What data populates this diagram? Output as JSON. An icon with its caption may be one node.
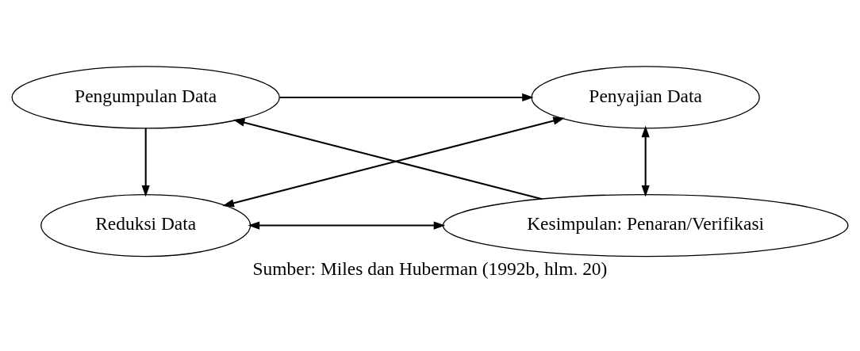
{
  "diagram": {
    "caption": "Sumber: Miles dan Huberman (1992b, hlm. 20)",
    "nodes": [
      {
        "text": [
          "Pengumpulan Data"
        ]
      },
      {
        "text": [
          "Penyajian Data"
        ]
      },
      {
        "text": [
          "Reduksi Data"
        ]
      },
      {
        "text": [
          "Kesimpulan: Penaran/Verifikasi"
        ]
      }
    ],
    "edges": [
      {
        "from": 0,
        "to": 1,
        "arrow": "to"
      },
      {
        "from": 0,
        "to": 2,
        "arrow": "to"
      },
      {
        "from": 1,
        "to": 2,
        "arrow": "both"
      },
      {
        "from": 1,
        "to": 3,
        "arrow": "both"
      },
      {
        "from": 2,
        "to": 3,
        "arrow": "both"
      },
      {
        "from": 3,
        "to": 0,
        "arrow": "to"
      }
    ]
  }
}
